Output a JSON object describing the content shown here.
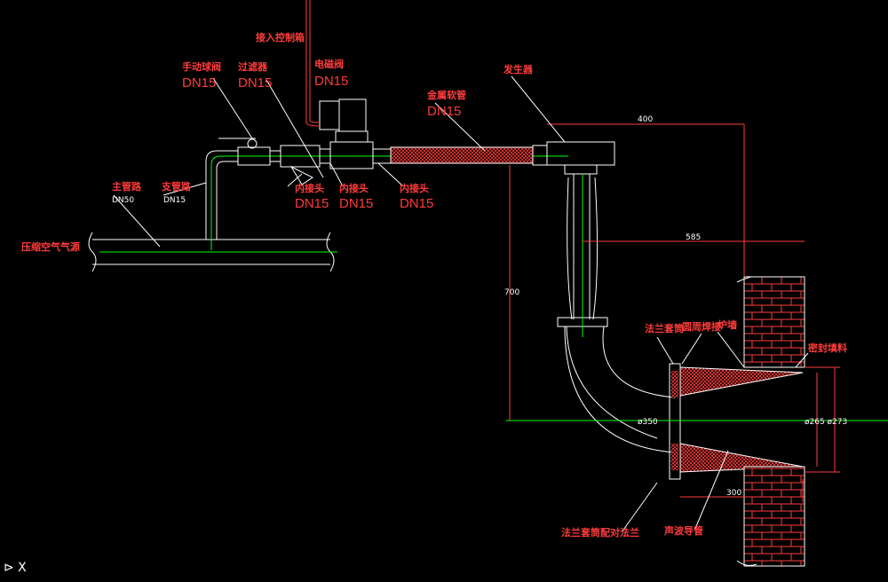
{
  "labels": {
    "connect_control": "接入控制箱",
    "manual_valve": "手动球阀",
    "manual_valve_dn": "DN15",
    "filter": "过滤器",
    "filter_dn": "DN15",
    "solenoid": "电磁阀",
    "solenoid_dn": "DN15",
    "metal_hose": "金属软管",
    "metal_hose_dn": "DN15",
    "generator": "发生器",
    "main_pipe": "主管路",
    "main_pipe_dn": "DN50",
    "branch_pipe": "支管路",
    "branch_pipe_dn": "DN15",
    "nipple1": "内接头",
    "nipple1_dn": "DN15",
    "nipple2": "内接头",
    "nipple2_dn": "DN15",
    "nipple3": "内接头",
    "nipple3_dn": "DN15",
    "air_source": "压缩空气气源",
    "flange_sleeve": "法兰套筒",
    "weld_around": "圆周焊接",
    "furnace_wall": "炉墙",
    "sealant": "密封填料",
    "flange_pair": "法兰套筒配对法兰",
    "sound_guide": "声波导管"
  },
  "dimensions": {
    "d400": "400",
    "d585": "585",
    "d700": "700",
    "d300": "300",
    "dia350": "ø350",
    "dia265_273": "ø265 ø273"
  },
  "ucs": "⊳  X",
  "colors": {
    "background": "#000000",
    "label": "#ff3b3b",
    "drawing": "#ffffff",
    "centerline": "#00ff00",
    "brick": "#ff3b3b",
    "fill": "#ff3b3b"
  }
}
